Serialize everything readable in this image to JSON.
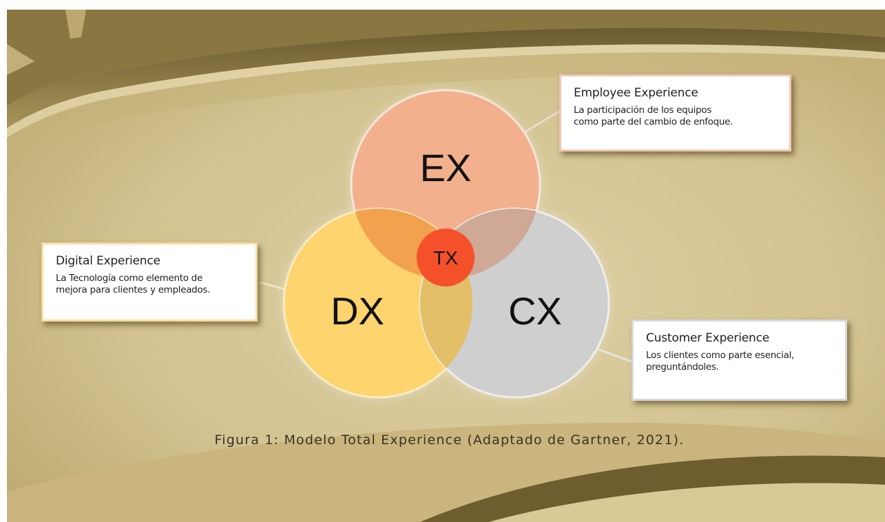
{
  "diagram": {
    "circles": [
      {
        "id": "ex",
        "label": "EX",
        "color": "#f2b08c"
      },
      {
        "id": "dx",
        "label": "DX",
        "color": "#fdd46e"
      },
      {
        "id": "cx",
        "label": "CX",
        "color": "#cfcfcf"
      }
    ],
    "center": {
      "label": "TX",
      "color": "#f4512a"
    }
  },
  "callouts": {
    "ex": {
      "title": "Employee Experience",
      "desc_lines": [
        "La participación de los equipos",
        "como parte del cambio de enfoque."
      ]
    },
    "dx": {
      "title": "Digital Experience",
      "desc_lines": [
        "La Tecnología como elemento de",
        "mejora para clientes y empleados."
      ]
    },
    "cx": {
      "title": "Customer Experience",
      "desc_lines": [
        "Los clientes como parte esencial,",
        "preguntándoles."
      ]
    }
  },
  "caption": "Figura 1: Modelo Total Experience (Adaptado de Gartner, 2021)."
}
